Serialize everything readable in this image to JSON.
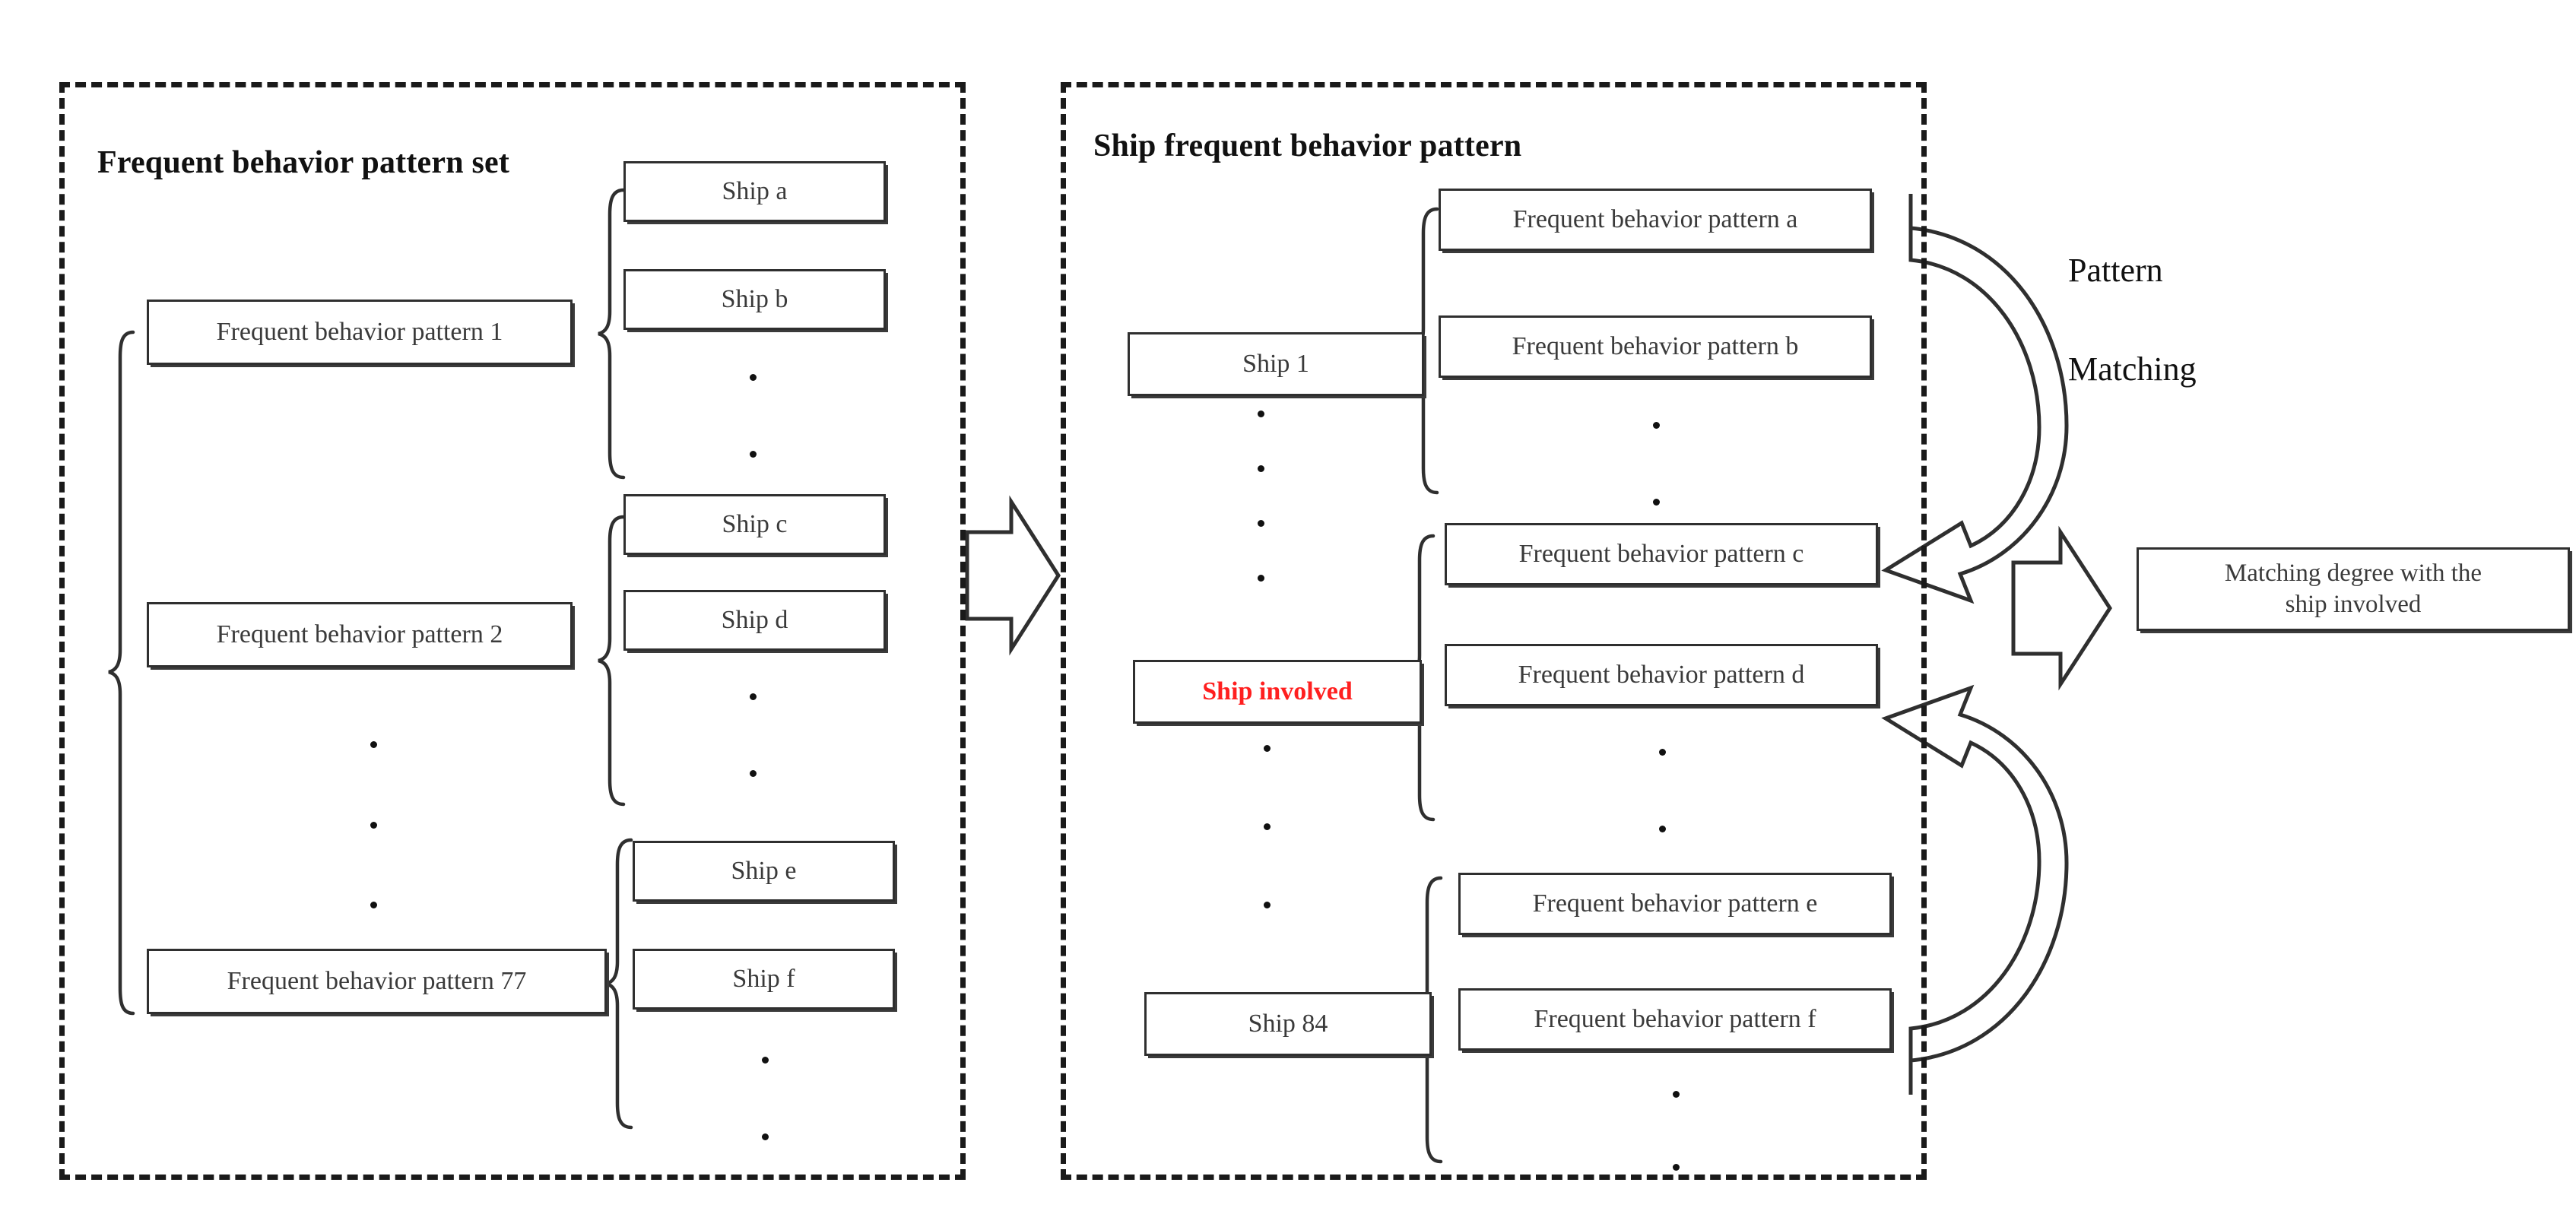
{
  "panels": {
    "left": {
      "title": "Frequent behavior pattern set",
      "groups": [
        {
          "pattern": "Frequent behavior pattern 1",
          "children": [
            "Ship a",
            "Ship b"
          ]
        },
        {
          "pattern": "Frequent behavior pattern 2",
          "children": [
            "Ship c",
            "Ship d"
          ]
        },
        {
          "pattern": "Frequent behavior pattern 77",
          "children": [
            "Ship e",
            "Ship f"
          ]
        }
      ]
    },
    "right": {
      "title": "Ship frequent behavior pattern",
      "groups": [
        {
          "ship": "Ship 1",
          "highlight": false,
          "children": [
            "Frequent behavior pattern a",
            "Frequent behavior pattern b"
          ]
        },
        {
          "ship": "Ship involved",
          "highlight": true,
          "children": [
            "Frequent behavior pattern c",
            "Frequent behavior pattern d"
          ]
        },
        {
          "ship": "Ship 84",
          "highlight": false,
          "children": [
            "Frequent behavior pattern e",
            "Frequent behavior pattern f"
          ]
        }
      ]
    }
  },
  "flow": {
    "transform_arrow": "right-block-arrow",
    "matching_label_line1": "Pattern",
    "matching_label_line2": "Matching",
    "result_arrow": "right-block-arrow",
    "result_box_line1": "Matching degree with the",
    "result_box_line2": "ship involved"
  },
  "icons": {
    "ellipsis": "vertical-ellipsis",
    "brace": "curly-brace",
    "curved_arrow": "curved-block-arrow-left"
  },
  "colors": {
    "ink": "#2f2f2f",
    "text": "#3a3a3a",
    "highlight": "#ff1f1f",
    "panel_border": "#1a1a1a",
    "background": "#ffffff"
  }
}
